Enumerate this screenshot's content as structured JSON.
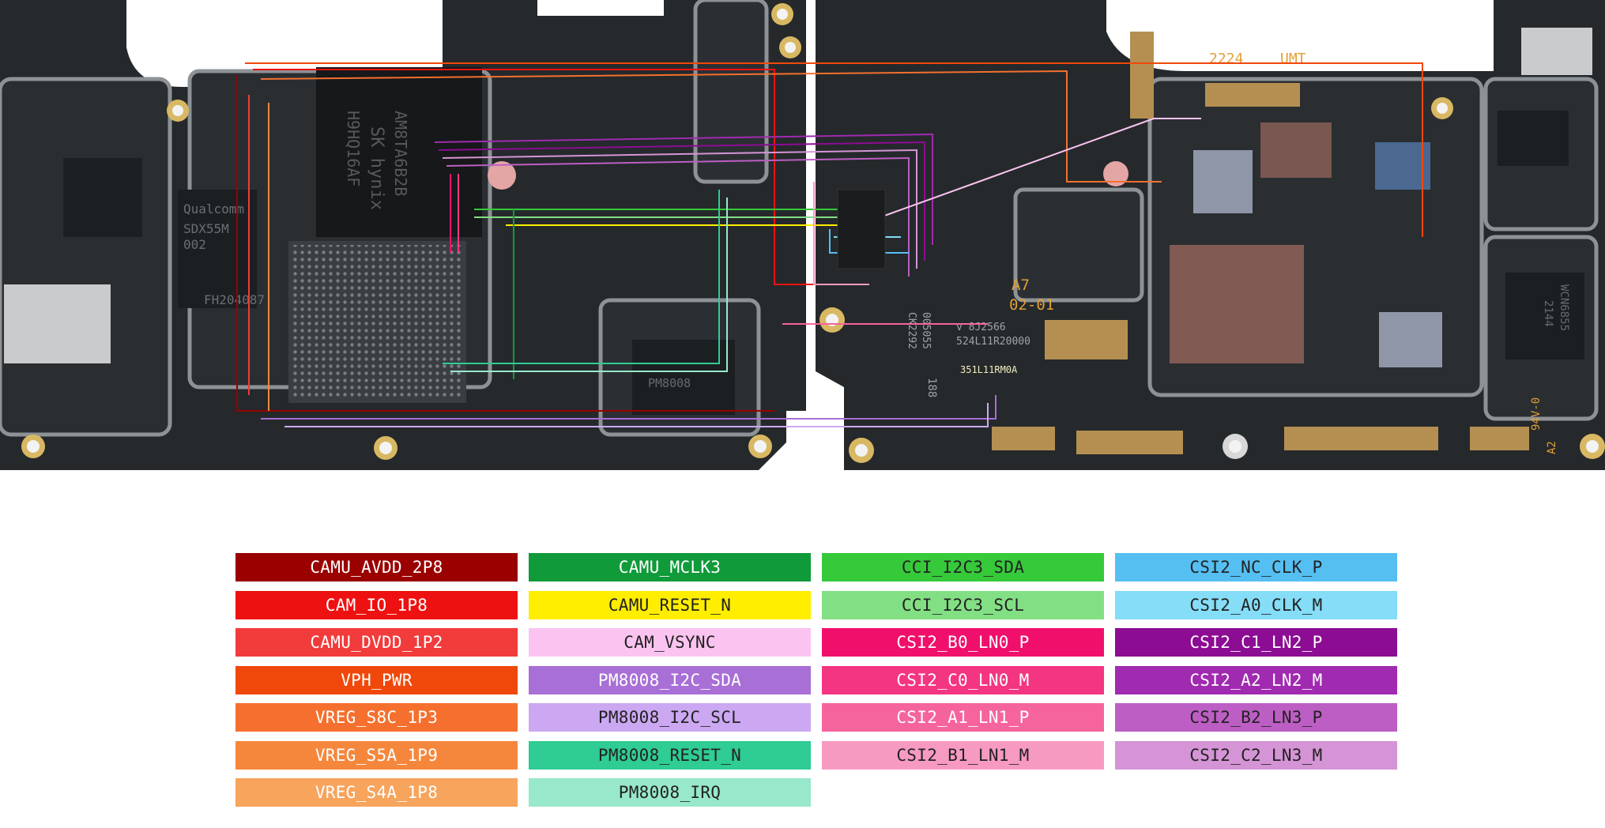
{
  "board": {
    "markings": {
      "soc_brand": "Qualcomm",
      "modem_part": "SDX55M",
      "modem_sub": "002",
      "modem_code": "FH204087",
      "memory_line1": "SK hynix",
      "memory_line2": "H9HQ16AF",
      "memory_line3": "AM8TA6B2B",
      "pmic_code": "PM8008",
      "date_code": "2224",
      "maker": "UMT",
      "rev_a7": "A7",
      "rev_02_01": "02-01",
      "serial1": "CK2292",
      "serial2": "005055",
      "serial3": "v 8J2566",
      "serial4": "524L11R20000",
      "serial5": "351L11RM0A",
      "serial6": "188",
      "side_mark1": "94V-0",
      "side_mark2": "A2",
      "pmic_right1": "WCN6855",
      "pmic_right2": "2144"
    }
  },
  "legend": {
    "columns": [
      [
        {
          "label": "CAMU_AVDD_2P8",
          "color": "#9a0000",
          "text": "#ffffff"
        },
        {
          "label": "CAM_IO_1P8",
          "color": "#ee1111",
          "text": "#ffffff"
        },
        {
          "label": "CAMU_DVDD_1P2",
          "color": "#f23b3b",
          "text": "#ffffff"
        },
        {
          "label": "VPH_PWR",
          "color": "#f0480a",
          "text": "#ffffff"
        },
        {
          "label": "VREG_S8C_1P3",
          "color": "#f5702e",
          "text": "#ffffff"
        },
        {
          "label": "VREG_S5A_1P9",
          "color": "#f5873d",
          "text": "#ffffff"
        },
        {
          "label": "VREG_S4A_1P8",
          "color": "#f7a45c",
          "text": "#ffffff"
        }
      ],
      [
        {
          "label": "CAMU_MCLK3",
          "color": "#109a3a",
          "text": "#ffffff"
        },
        {
          "label": "CAMU_RESET_N",
          "color": "#ffee00",
          "text": "#222222"
        },
        {
          "label": "CAM_VSYNC",
          "color": "#fbc4f0",
          "text": "#222222"
        },
        {
          "label": "PM8008_I2C_SDA",
          "color": "#a86fd6",
          "text": "#ffffff"
        },
        {
          "label": "PM8008_I2C_SCL",
          "color": "#cca8f2",
          "text": "#222222"
        },
        {
          "label": "PM8008_RESET_N",
          "color": "#2fcc93",
          "text": "#222222"
        },
        {
          "label": "PM8008_IRQ",
          "color": "#98e8cb",
          "text": "#222222"
        }
      ],
      [
        {
          "label": "CCI_I2C3_SDA",
          "color": "#36c93a",
          "text": "#222222"
        },
        {
          "label": "CCI_I2C3_SCL",
          "color": "#83df84",
          "text": "#222222"
        },
        {
          "label": "CSI2_B0_LN0_P",
          "color": "#f0106c",
          "text": "#ffffff"
        },
        {
          "label": "CSI2_C0_LN0_M",
          "color": "#f43582",
          "text": "#ffffff"
        },
        {
          "label": "CSI2_A1_LN1_P",
          "color": "#f6649d",
          "text": "#ffffff"
        },
        {
          "label": "CSI2_B1_LN1_M",
          "color": "#f79ac2",
          "text": "#222222"
        }
      ],
      [
        {
          "label": "CSI2_NC_CLK_P",
          "color": "#55bff2",
          "text": "#222222"
        },
        {
          "label": "CSI2_A0_CLK_M",
          "color": "#85ddf7",
          "text": "#222222"
        },
        {
          "label": "CSI2_C1_LN2_P",
          "color": "#8c0c94",
          "text": "#ffffff"
        },
        {
          "label": "CSI2_A2_LN2_M",
          "color": "#a02ab0",
          "text": "#ffffff"
        },
        {
          "label": "CSI2_B2_LN3_P",
          "color": "#bd5ec4",
          "text": "#222222"
        },
        {
          "label": "CSI2_C2_LN3_M",
          "color": "#d594d6",
          "text": "#222222"
        }
      ]
    ]
  }
}
